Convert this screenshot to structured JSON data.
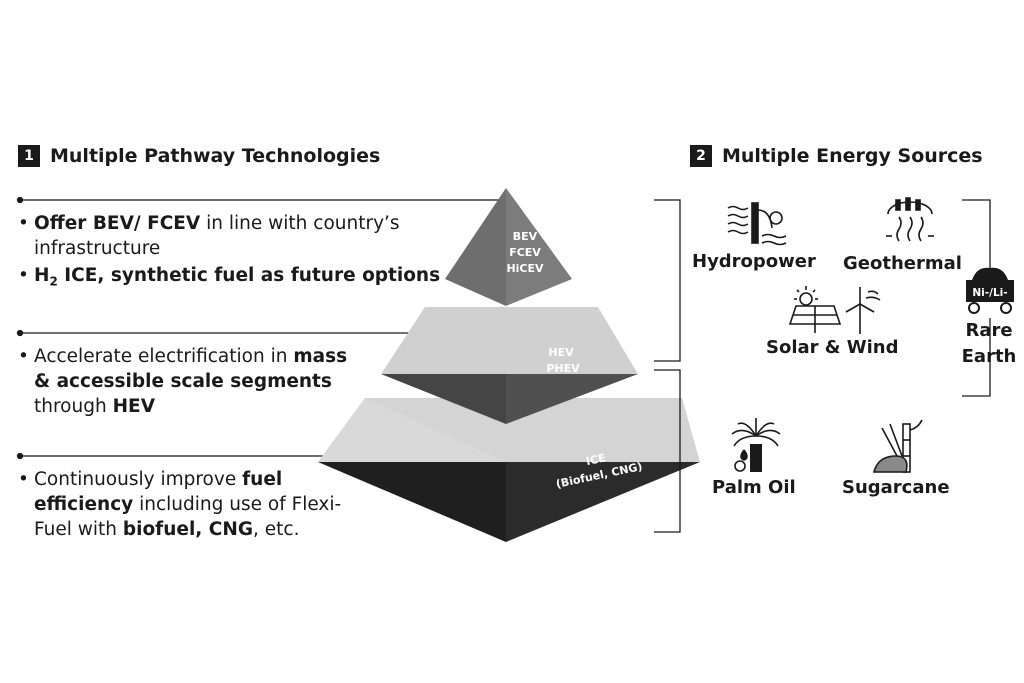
{
  "left_section": {
    "number": "1",
    "title": "Multiple Pathway Technologies",
    "tiers": {
      "top": [
        "BEV",
        "FCEV",
        "HiCEV"
      ],
      "middle": [
        "HEV",
        "PHEV"
      ],
      "bottom": [
        "ICE",
        "(Biofuel, CNG)"
      ]
    },
    "bullets": {
      "b1": {
        "bold": "Offer BEV/ FCEV",
        "rest": " in line with country’s infrastructure"
      },
      "b2": {
        "pre": "H",
        "sub": "2",
        "bold": " ICE, synthetic fuel as future options"
      },
      "b3": {
        "pre": "Accelerate electrification in ",
        "bold1": "mass & accessible scale segments",
        "mid": " through ",
        "bold2": "HEV"
      },
      "b4": {
        "pre": "Continuously improve ",
        "bold1": "fuel efficiency",
        "mid": " including use of Flexi-Fuel with ",
        "bold2": "biofuel, CNG",
        "post": ", etc."
      }
    }
  },
  "right_section": {
    "number": "2",
    "title": "Multiple Energy Sources",
    "sources": {
      "hydropower": "Hydropower",
      "geothermal": "Geothermal",
      "solar_wind": "Solar & Wind",
      "rare_earth": "Rare Earth",
      "rare_earth_tag": "Ni-/Li-",
      "palm_oil": "Palm Oil",
      "sugarcane": "Sugarcane"
    }
  }
}
